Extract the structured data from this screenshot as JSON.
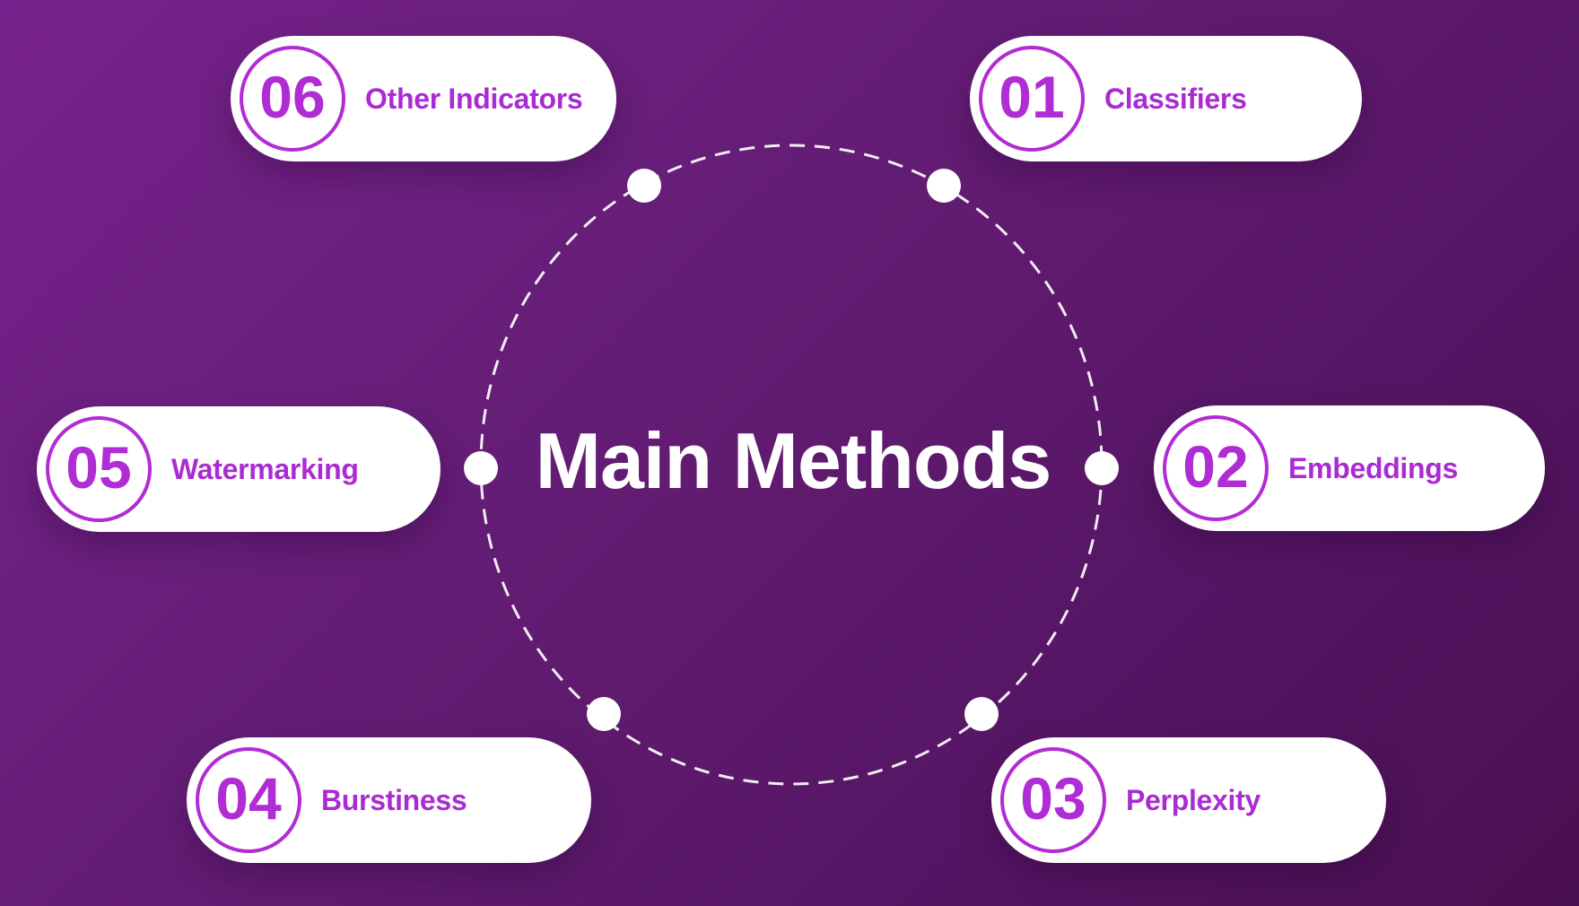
{
  "title": "Main Methods",
  "colors": {
    "accent_magenta": "#b22bd3",
    "pill_background": "#ffffff",
    "title_text": "#ffffff",
    "background_gradient_from": "#77228c",
    "background_gradient_to": "#491050",
    "dashed_circle": "#ffffff",
    "connector_dot": "#ffffff"
  },
  "items": [
    {
      "number": "01",
      "label": "Classifiers"
    },
    {
      "number": "02",
      "label": "Embeddings"
    },
    {
      "number": "03",
      "label": "Perplexity"
    },
    {
      "number": "04",
      "label": "Burstiness"
    },
    {
      "number": "05",
      "label": "Watermarking"
    },
    {
      "number": "06",
      "label": "Other Indicators"
    }
  ]
}
